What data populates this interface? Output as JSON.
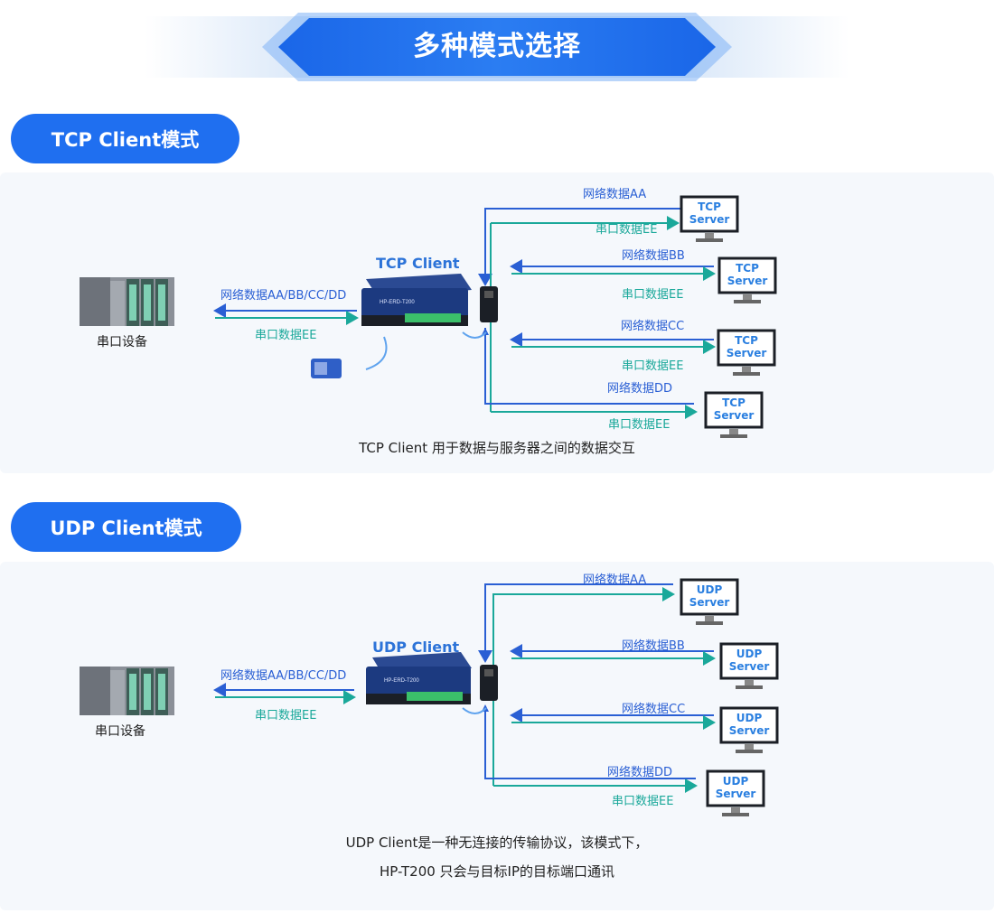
{
  "header": {
    "title": "多种模式选择"
  },
  "sections": [
    {
      "pill": "TCP Client模式",
      "device_title": "TCP Client",
      "serial_label": "串口设备",
      "left_net": "网络数据AA/BB/CC/DD",
      "left_serial": "串口数据EE",
      "servers": [
        {
          "net": "网络数据AA",
          "serial": "串口数据EE",
          "line1": "TCP",
          "line2": "Server"
        },
        {
          "net": "网络数据BB",
          "serial": "串口数据EE",
          "line1": "TCP",
          "line2": "Server"
        },
        {
          "net": "网络数据CC",
          "serial": "串口数据EE",
          "line1": "TCP",
          "line2": "Server"
        },
        {
          "net": "网络数据DD",
          "serial": "串口数据EE",
          "line1": "TCP",
          "line2": "Server"
        }
      ],
      "caption": [
        "TCP Client 用于数据与服务器之间的数据交互"
      ]
    },
    {
      "pill": "UDP Client模式",
      "device_title": "UDP Client",
      "serial_label": "串口设备",
      "left_net": "网络数据AA/BB/CC/DD",
      "left_serial": "串口数据EE",
      "servers": [
        {
          "net": "网络数据AA",
          "serial": "",
          "line1": "UDP",
          "line2": "Server"
        },
        {
          "net": "网络数据BB",
          "serial": "",
          "line1": "UDP",
          "line2": "Server"
        },
        {
          "net": "网络数据CC",
          "serial": "",
          "line1": "UDP",
          "line2": "Server"
        },
        {
          "net": "网络数据DD",
          "serial": "串口数据EE",
          "line1": "UDP",
          "line2": "Server"
        }
      ],
      "caption": [
        "UDP Client是一种无连接的传输协议，该模式下，",
        "HP-T200 只会与目标IP的目标端口通讯"
      ]
    }
  ],
  "device_label": "HP-ERD-T200",
  "colors": {
    "accent": "#1f6ff0",
    "net_line": "#2a5fd4",
    "serial_line": "#1aa89a",
    "panel": "#f5f8fc"
  }
}
